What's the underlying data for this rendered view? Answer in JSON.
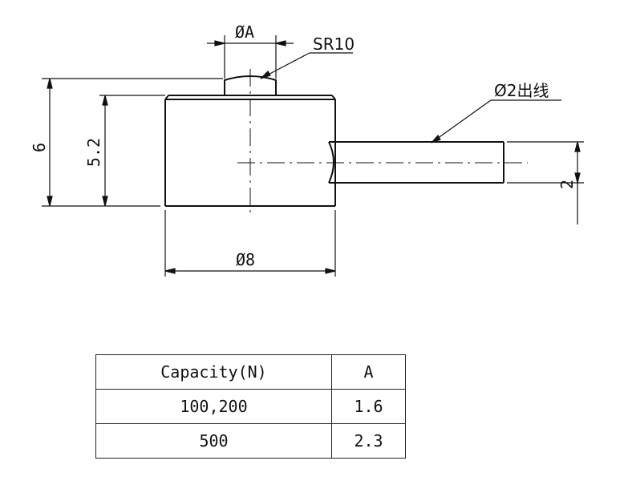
{
  "drawing": {
    "labels": {
      "dia_a": "ØA",
      "sr": "SR10",
      "cable": "Ø2出线",
      "height_total": "6",
      "height_body": "5.2",
      "dia_body": "Ø8",
      "cable_dim": "2"
    }
  },
  "table": {
    "headers": [
      "Capacity(N)",
      "A"
    ],
    "rows": [
      [
        "100,200",
        "1.6"
      ],
      [
        "500",
        "2.3"
      ]
    ]
  }
}
